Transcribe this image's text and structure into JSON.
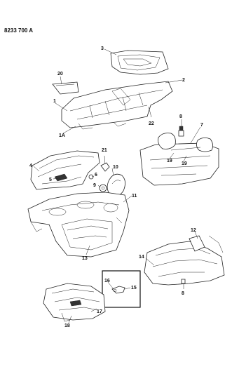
{
  "diagram_code": "8233 700 A",
  "callouts": {
    "c1": "1",
    "c1a": "1A",
    "c2": "2",
    "c3": "3",
    "c4": "4",
    "c5": "5",
    "c6": "6",
    "c7": "7",
    "c8a": "8",
    "c8b": "8",
    "c9": "9",
    "c10": "10",
    "c11": "11",
    "c12": "12",
    "c13": "13",
    "c14": "14",
    "c15": "15",
    "c16": "16",
    "c17": "17",
    "c18": "18",
    "c19a": "19",
    "c19b": "19",
    "c20": "20",
    "c21": "21",
    "c22": "22"
  }
}
